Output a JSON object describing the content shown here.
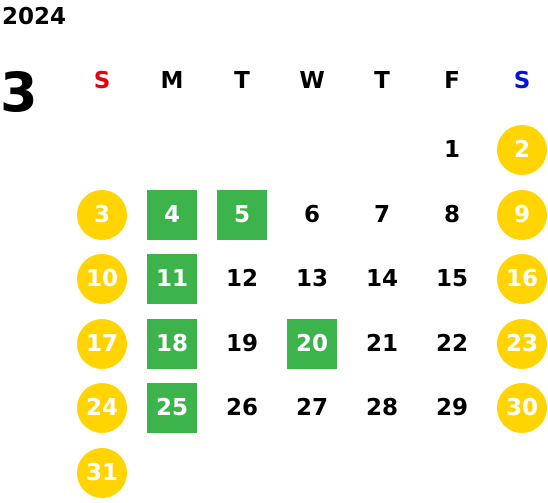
{
  "calendar": {
    "year": "2024",
    "month": "3",
    "weekdays": [
      "S",
      "M",
      "T",
      "W",
      "T",
      "F",
      "S"
    ],
    "colors": {
      "sunday_header": "#e8000b",
      "saturday_header": "#0015d6",
      "weekday_header": "#000000",
      "weekend_fill": "#ffd400",
      "highlight_fill": "#3cb44b",
      "day_text": "#000000",
      "weekend_text": "#ffffff"
    },
    "first_weekday_index": 5,
    "highlighted_days": [
      4,
      5,
      11,
      18,
      20,
      25
    ],
    "weeks": [
      [
        "",
        "",
        "",
        "",
        "",
        "1",
        "2"
      ],
      [
        "3",
        "4",
        "5",
        "6",
        "7",
        "8",
        "9"
      ],
      [
        "10",
        "11",
        "12",
        "13",
        "14",
        "15",
        "16"
      ],
      [
        "17",
        "18",
        "19",
        "20",
        "21",
        "22",
        "23"
      ],
      [
        "24",
        "25",
        "26",
        "27",
        "28",
        "29",
        "30"
      ],
      [
        "31",
        "",
        "",
        "",
        "",
        "",
        ""
      ]
    ]
  }
}
